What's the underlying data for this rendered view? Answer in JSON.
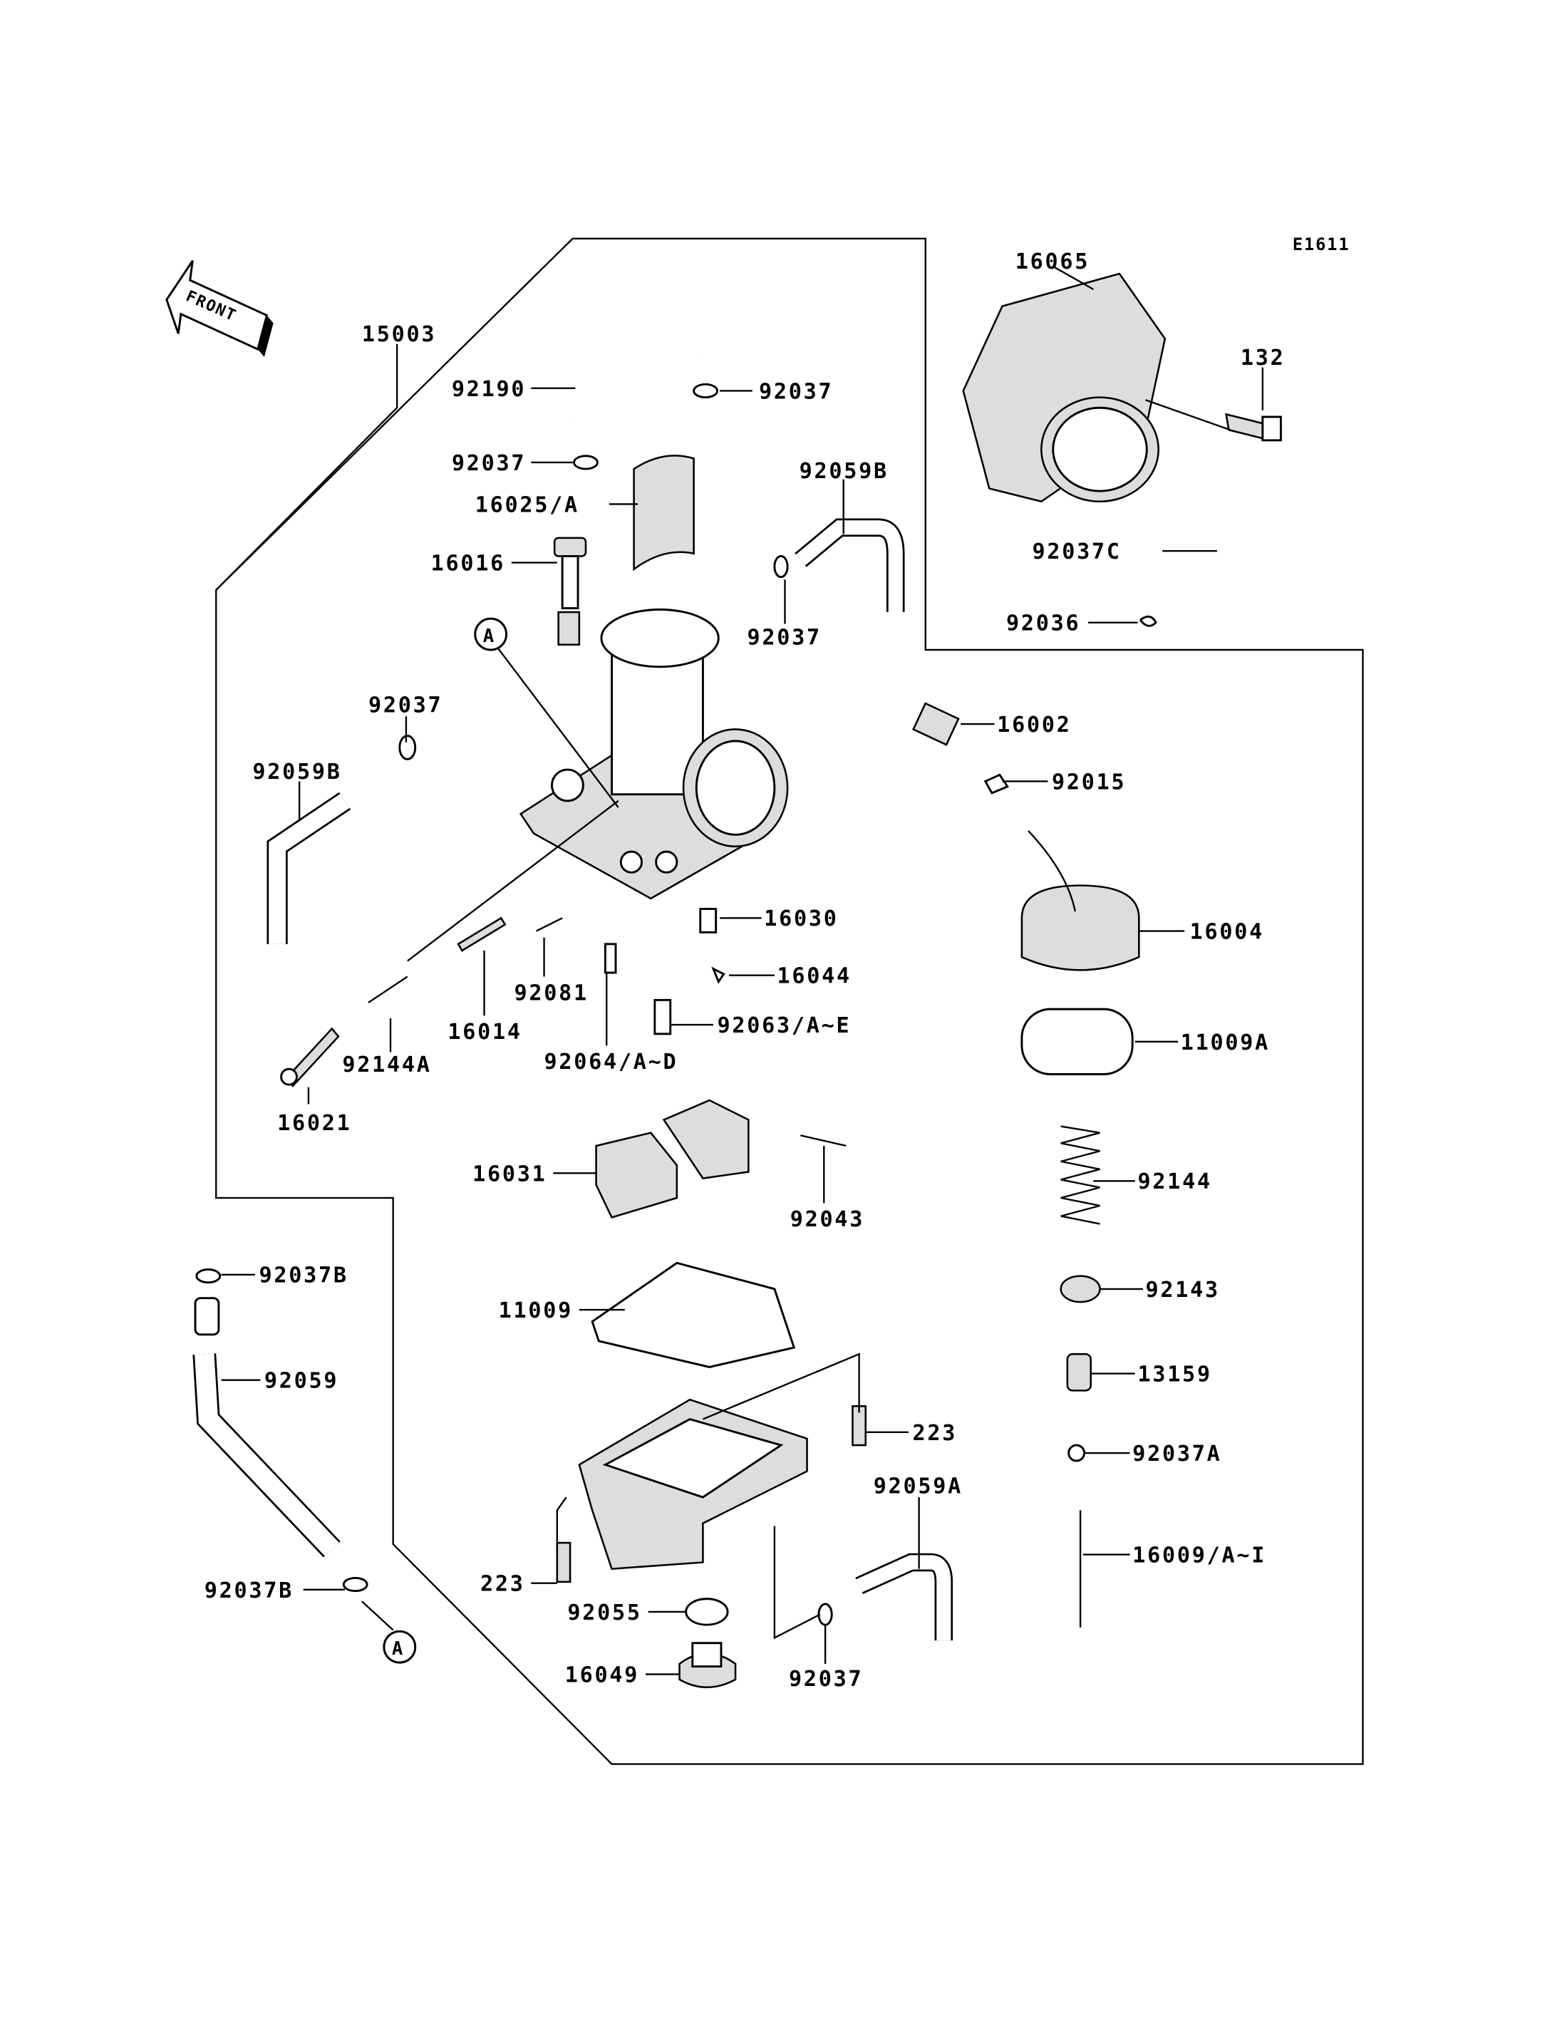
{
  "diagram_code": "E1611",
  "front_label": "FRONT",
  "ref_marker": "A",
  "labels": [
    "16065",
    "132",
    "15003",
    "92190",
    "92037",
    "92037",
    "16025/A",
    "92059B",
    "16016",
    "92037C",
    "92037",
    "92036",
    "92037",
    "16002",
    "92059B",
    "92015",
    "16030",
    "16004",
    "16044",
    "92081",
    "92063/A~E",
    "16014",
    "92144A",
    "92064/A~D",
    "11009A",
    "16021",
    "16031",
    "92144",
    "92043",
    "92037B",
    "92143",
    "11009",
    "92059",
    "13159",
    "223",
    "92037A",
    "92059A",
    "16009/A~I",
    "92037B",
    "223",
    "92055",
    "16049",
    "92037"
  ]
}
